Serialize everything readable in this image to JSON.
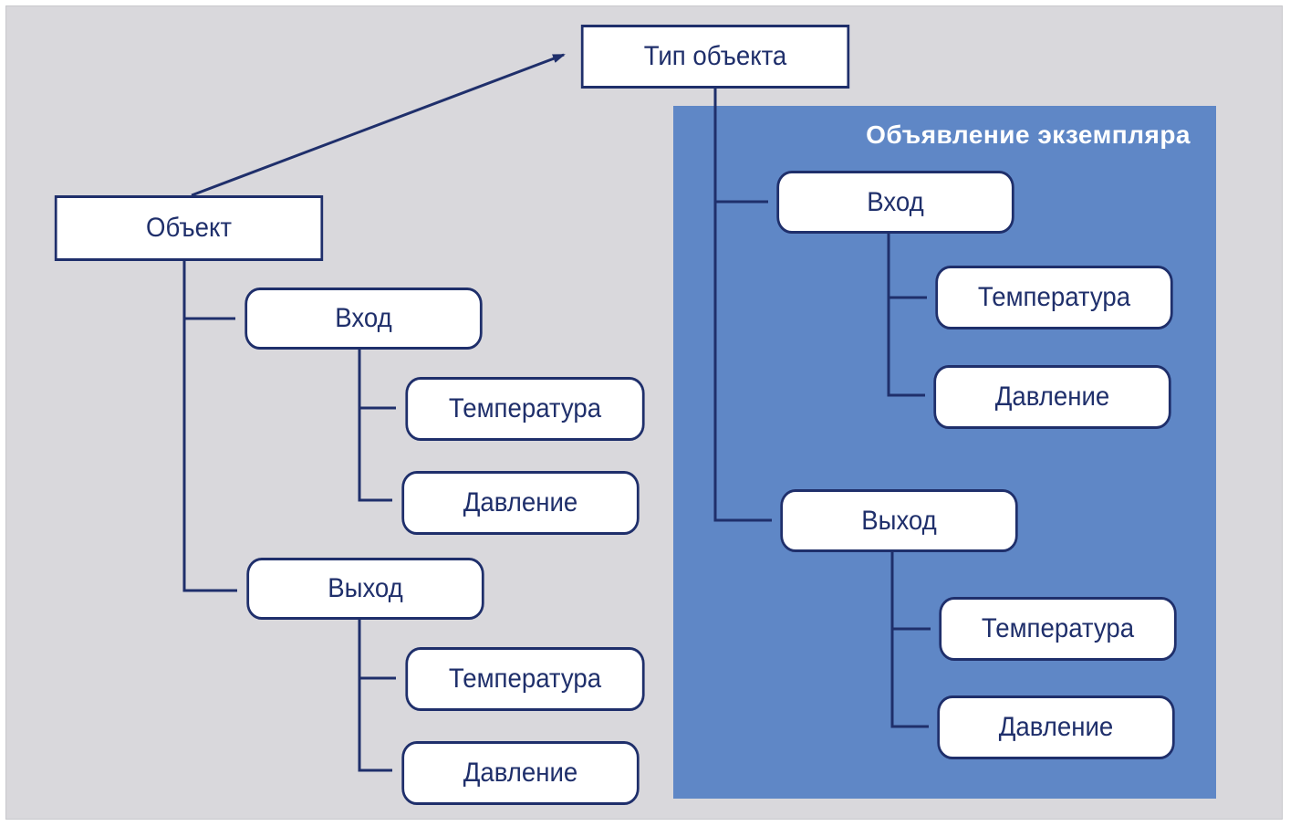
{
  "diagram": {
    "type_node": "Тип объекта",
    "object_node": "Объект",
    "instance_panel_title": "Объявление экземпляра",
    "object_tree": {
      "input": {
        "label": "Вход",
        "children": [
          "Температура",
          "Давление"
        ]
      },
      "output": {
        "label": "Выход",
        "children": [
          "Температура",
          "Давление"
        ]
      }
    },
    "instance_tree": {
      "input": {
        "label": "Вход",
        "children": [
          "Температура",
          "Давление"
        ]
      },
      "output": {
        "label": "Выход",
        "children": [
          "Температура",
          "Давление"
        ]
      }
    }
  },
  "colors": {
    "background": "#d9d8dc",
    "panel": "#5f87c6",
    "line": "#1f2f6b",
    "node_fill": "#ffffff"
  }
}
